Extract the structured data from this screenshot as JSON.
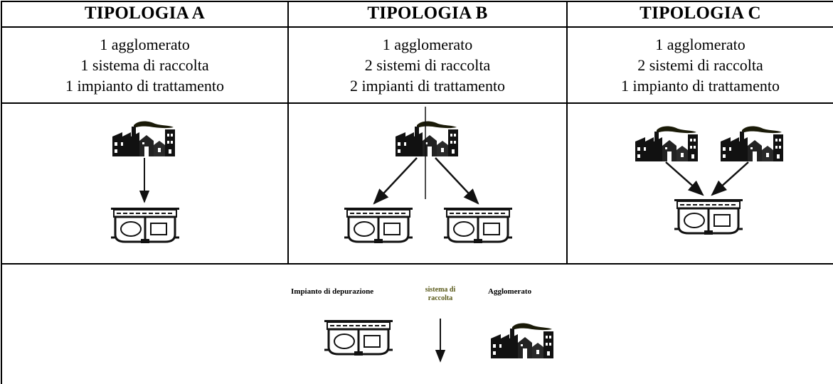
{
  "columns": [
    {
      "title": "TIPOLOGIA A",
      "lines": [
        "1 agglomerato",
        "1 sistema di raccolta",
        "1 impianto di trattamento"
      ]
    },
    {
      "title": "TIPOLOGIA B",
      "lines": [
        "1 agglomerato",
        "2 sistemi di raccolta",
        "2 impianti di trattamento"
      ]
    },
    {
      "title": "TIPOLOGIA C",
      "lines": [
        "1 agglomerato",
        "2 sistemi di raccolta",
        "1 impianto di trattamento"
      ]
    }
  ],
  "legend": {
    "plant": "Impianto di depurazione",
    "collection_line1": "sistema di",
    "collection_line2": "raccolta",
    "agglomerate": "Agglomerato"
  },
  "icons": {
    "agglomerate": "factory-town-icon",
    "plant": "treatment-plant-icon",
    "flow": "arrow-icon"
  },
  "colors": {
    "collection_label": "#5a5a1a"
  }
}
